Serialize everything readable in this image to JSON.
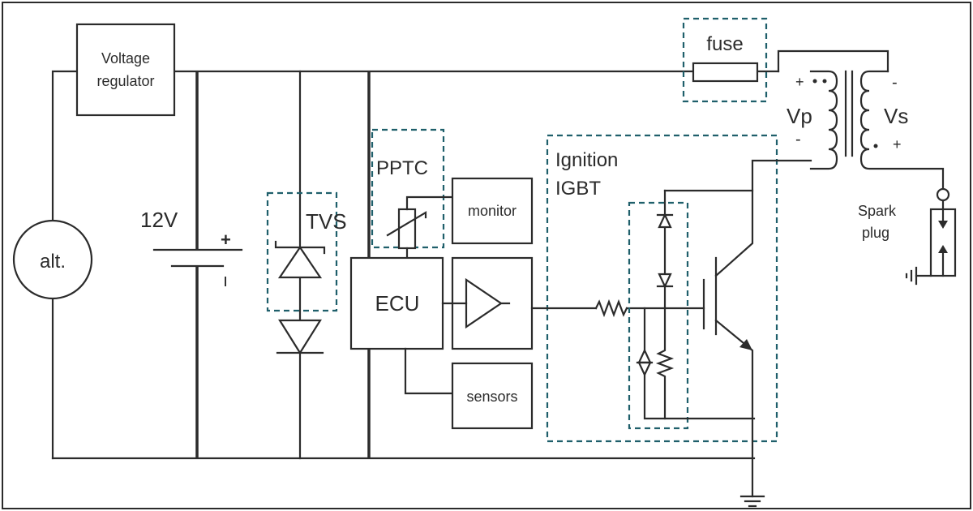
{
  "labels": {
    "voltage_regulator": [
      "Voltage",
      "regulator"
    ],
    "battery_voltage": "12V",
    "battery_plus": "+",
    "battery_minus": "ı",
    "alternator": "alt.",
    "tvs": "TVS",
    "pptc": "PPTC",
    "monitor": "monitor",
    "ecu": "ECU",
    "sensors": "sensors",
    "ignition_igbt": [
      "Ignition",
      "IGBT"
    ],
    "fuse": "fuse",
    "vp": "Vp",
    "vs": "Vs",
    "primary_polarity_top": "+",
    "primary_polarity_bottom": "-",
    "secondary_polarity_top": "-",
    "secondary_polarity_bottom": "+",
    "spark_plug": [
      "Spark",
      "plug"
    ]
  },
  "colors": {
    "wire": "#2b2b2b",
    "dashed_group": "#1f5f6b",
    "background": "#ffffff"
  }
}
